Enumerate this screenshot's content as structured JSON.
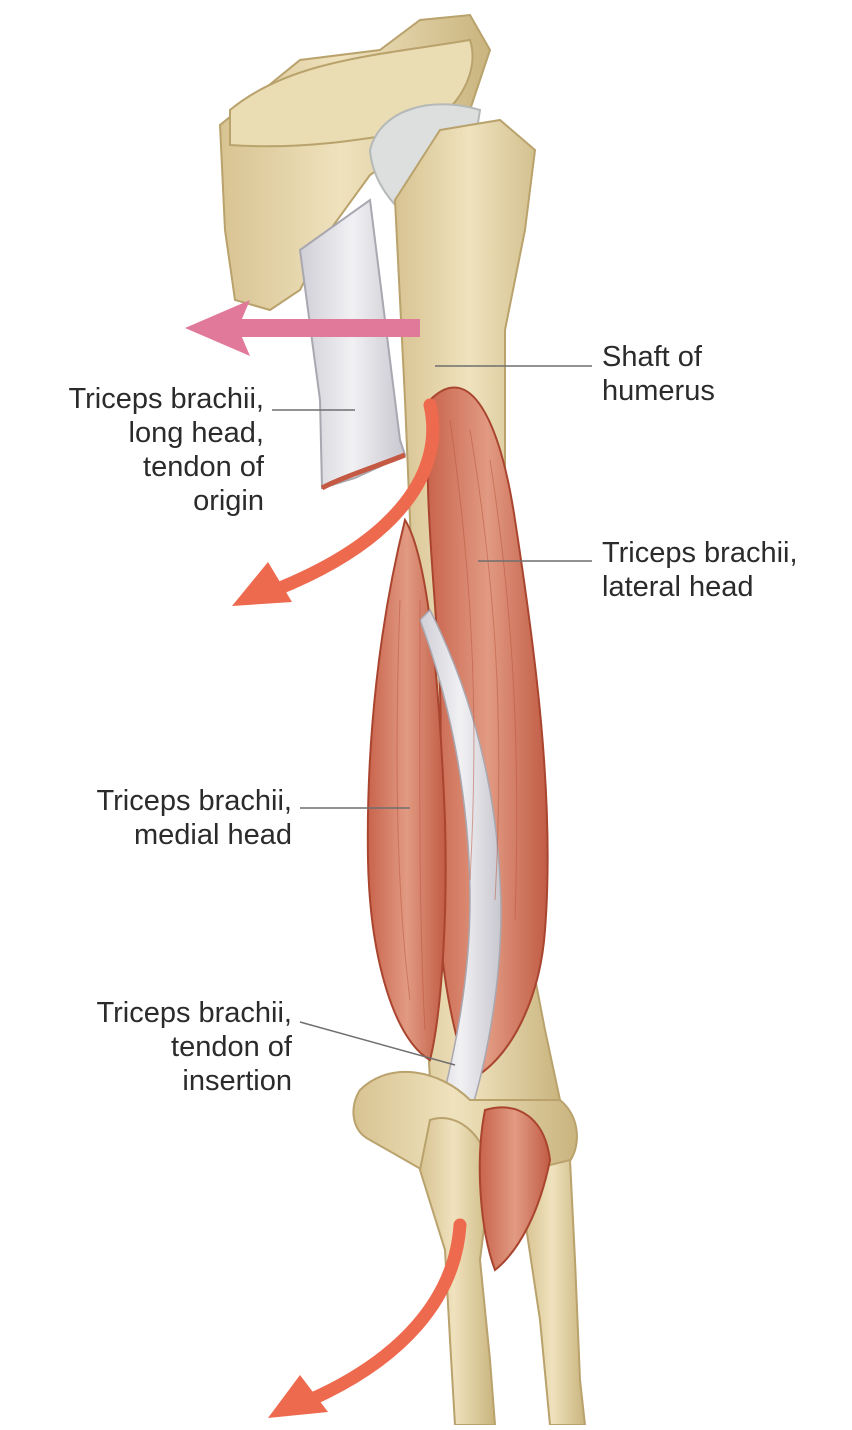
{
  "labels": {
    "shaft_humerus": [
      "Shaft of",
      "humerus"
    ],
    "long_head": [
      "Triceps brachii,",
      "long head,",
      "tendon of",
      "origin"
    ],
    "lateral_head": [
      "Triceps brachii,",
      "lateral head"
    ],
    "medial_head": [
      "Triceps brachii,",
      "medial head"
    ],
    "insertion": [
      "Triceps brachii,",
      "tendon of",
      "insertion"
    ]
  },
  "colors": {
    "bone": "#e7d6a9",
    "bone_shadow": "#c9b37a",
    "cartilage": "#d7dcda",
    "muscle": "#d9826b",
    "muscle_dark": "#b9553f",
    "tendon": "#e2e1e6",
    "arrow_pink": "#e0799a",
    "arrow_orange": "#ee6a4f",
    "leader": "#6f6f6f"
  }
}
